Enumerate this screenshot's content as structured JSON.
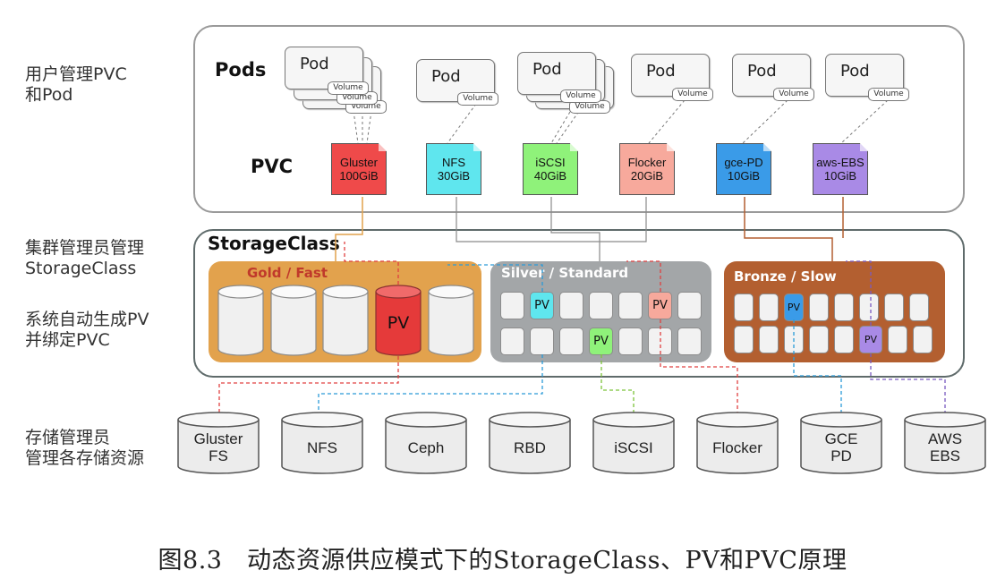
{
  "side_labels": {
    "user_line1": "用户管理PVC",
    "user_line2": "和Pod",
    "admin_line1": "集群管理员管理",
    "admin_line2": "StorageClass",
    "auto_line1": "系统自动生成PV",
    "auto_line2": "并绑定PVC",
    "storage_line1": "存储管理员",
    "storage_line2": "管理各存储资源"
  },
  "titles": {
    "pods": "Pods",
    "pvc": "PVC",
    "storageclass": "StorageClass"
  },
  "pod_label": "Pod",
  "volume_label": "Volume",
  "pvcs": [
    {
      "name": "Gluster",
      "size": "100GiB",
      "color": "#ef4a4a"
    },
    {
      "name": "NFS",
      "size": "30GiB",
      "color": "#5fe6ee"
    },
    {
      "name": "iSCSI",
      "size": "40GiB",
      "color": "#8ff27a"
    },
    {
      "name": "Flocker",
      "size": "20GiB",
      "color": "#f7a99c"
    },
    {
      "name": "gce-PD",
      "size": "10GiB",
      "color": "#3a9be8"
    },
    {
      "name": "aws-EBS",
      "size": "10GiB",
      "color": "#a98ae6"
    }
  ],
  "tiers": {
    "gold": "Gold / Fast",
    "silver": "Silver / Standard",
    "bronze": "Bronze / Slow"
  },
  "pv_label": "PV",
  "stores": [
    {
      "line1": "Gluster",
      "line2": "FS"
    },
    {
      "line1": "NFS",
      "line2": ""
    },
    {
      "line1": "Ceph",
      "line2": ""
    },
    {
      "line1": "RBD",
      "line2": ""
    },
    {
      "line1": "iSCSI",
      "line2": ""
    },
    {
      "line1": "Flocker",
      "line2": ""
    },
    {
      "line1": "GCE",
      "line2": "PD"
    },
    {
      "line1": "AWS",
      "line2": "EBS"
    }
  ],
  "caption": "图8.3　动态资源供应模式下的StorageClass、PV和PVC原理",
  "colors": {
    "gold_tier": "#e2a24d",
    "silver_tier": "#a3a6a8",
    "bronze_tier": "#b35f30",
    "frame": "#9a9a9a"
  }
}
